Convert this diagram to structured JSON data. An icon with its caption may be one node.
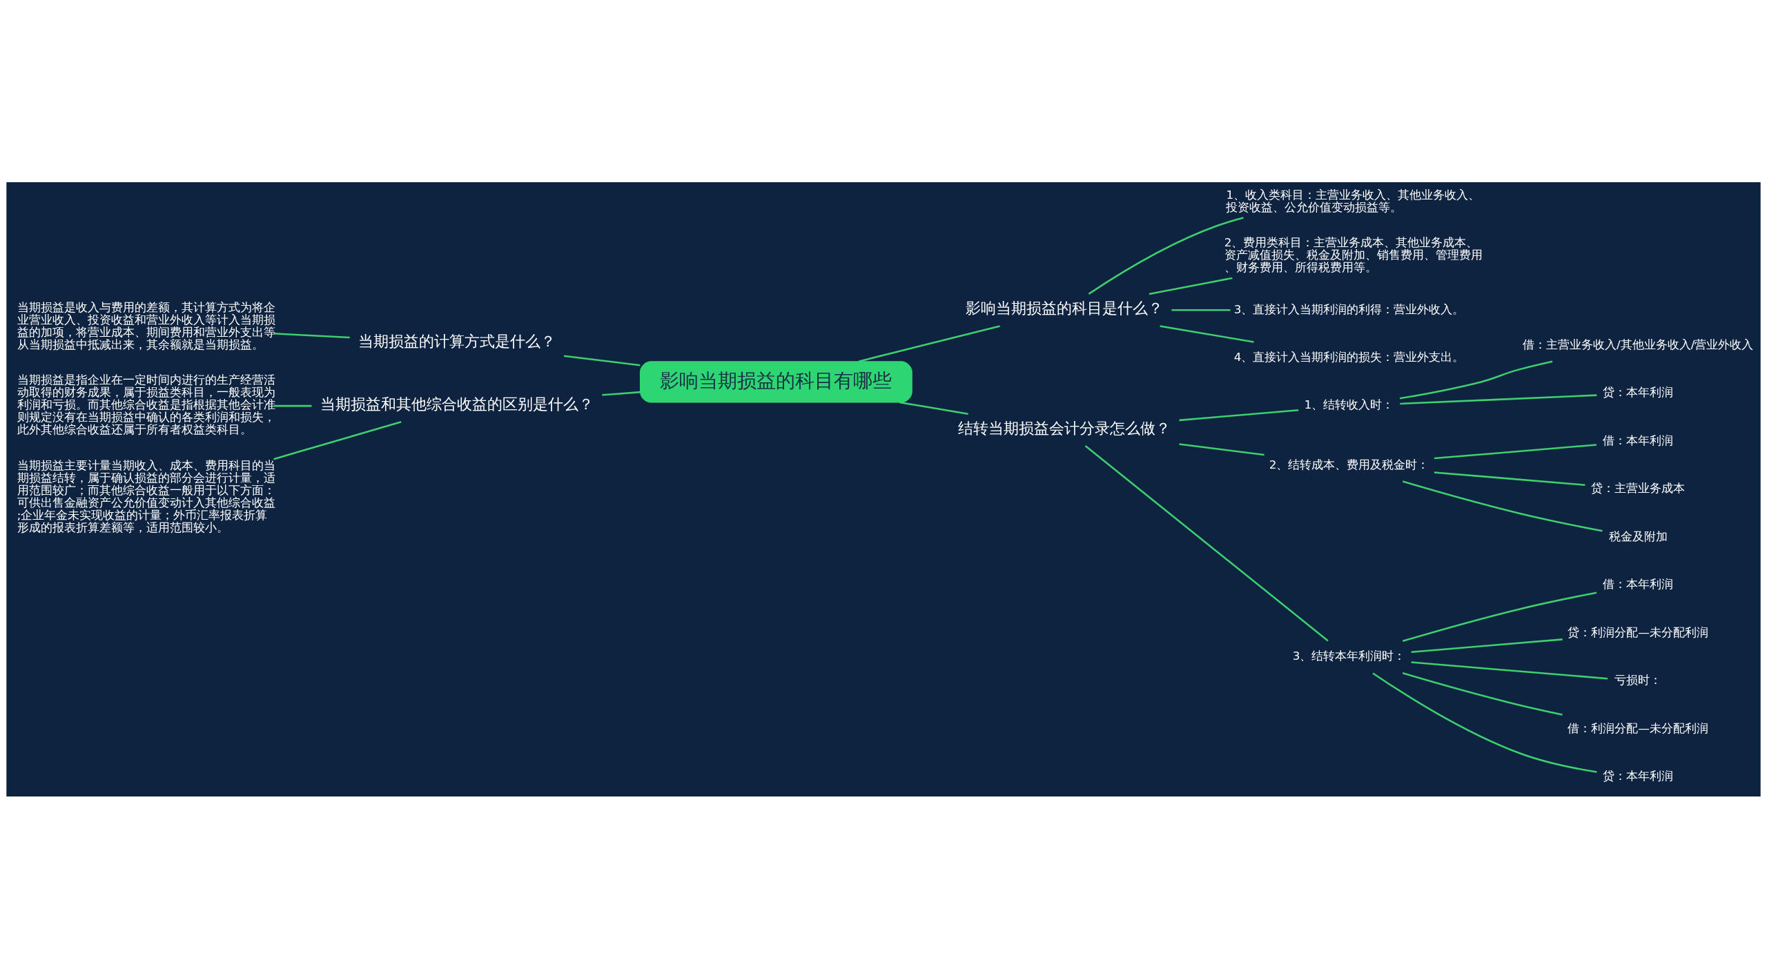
{
  "diagram": {
    "nodes": [
      {
        "text": [
          "影响当期损益的科目有哪些"
        ]
      },
      {
        "text": [
          "当期损益的计算方式是什么？"
        ]
      },
      {
        "text": [
          "当期损益是收入与费用的差额，其计算方式为将企业营业收入、投资收益和营业外收入等计入当期损益的加项，将营业成本、期间费用和营业外支出等从当期损益中抵减出来，其余额就是当期损益。"
        ]
      },
      {
        "text": [
          "当期损益和其他综合收益的区别是什么？"
        ]
      },
      {
        "text": [
          "当期损益是指企业在一定时间内进行的生产经营活动取得的财务成果，属于损益类科目，一般表现为利润和亏损。而其他综合收益是指根据其他会计准则规定没有在当期损益中确认的各类利润和损失，此外其他综合收益还属于所有者权益类科目。"
        ]
      },
      {
        "text": [
          "当期损益主要计量当期收入、成本、费用科目的当期损益结转，属于确认损益的部分会进行计量，适用范围较广；而其他综合收益一般用于以下方面：可供出售金融资产公允价值变动计入其他综合收益;企业年金未实现收益的计量；外币汇率报表折算形成的报表折算差额等，适用范围较小。"
        ]
      },
      {
        "text": [
          "影响当期损益的科目是什么？"
        ]
      },
      {
        "text": [
          "1、收入类科目：主营业务收入、其他业务收入、投资收益、公允价值变动损益等。"
        ]
      },
      {
        "text": [
          "2、费用类科目：主营业务成本、其他业务成本、资产减值损失、税金及附加、销售费用、管理费用、财务费用、所得税费用等。"
        ]
      },
      {
        "text": [
          "3、直接计入当期利润的利得：营业外收入。"
        ]
      },
      {
        "text": [
          "4、直接计入当期利润的损失：营业外支出。"
        ]
      },
      {
        "text": [
          "结转当期损益会计分录怎么做？"
        ]
      },
      {
        "text": [
          "1、结转收入时："
        ]
      },
      {
        "text": [
          "借：主营业务收入/其他业务收入/营业外收入"
        ]
      },
      {
        "text": [
          "贷：本年利润"
        ]
      },
      {
        "text": [
          "2、结转成本、费用及税金时："
        ]
      },
      {
        "text": [
          "借：本年利润"
        ]
      },
      {
        "text": [
          "贷：主营业务成本"
        ]
      },
      {
        "text": [
          "税金及附加"
        ]
      },
      {
        "text": [
          "3、结转本年利润时："
        ]
      },
      {
        "text": [
          "借：本年利润"
        ]
      },
      {
        "text": [
          "贷：利润分配—未分配利润"
        ]
      },
      {
        "text": [
          "亏损时："
        ]
      },
      {
        "text": [
          "借：利润分配—未分配利润"
        ]
      },
      {
        "text": [
          "贷：本年利润"
        ]
      }
    ],
    "edges": [
      {
        "from": 2,
        "to": 1,
        "arrow": "none"
      },
      {
        "from": 1,
        "to": 0,
        "arrow": "none"
      },
      {
        "from": 4,
        "to": 3,
        "arrow": "none"
      },
      {
        "from": 5,
        "to": 3,
        "arrow": "none"
      },
      {
        "from": 3,
        "to": 0,
        "arrow": "none"
      },
      {
        "from": 0,
        "to": 6,
        "arrow": "none"
      },
      {
        "from": 6,
        "to": 7,
        "arrow": "none"
      },
      {
        "from": 6,
        "to": 8,
        "arrow": "none"
      },
      {
        "from": 6,
        "to": 9,
        "arrow": "none"
      },
      {
        "from": 6,
        "to": 10,
        "arrow": "none"
      },
      {
        "from": 0,
        "to": 11,
        "arrow": "none"
      },
      {
        "from": 11,
        "to": 12,
        "arrow": "none"
      },
      {
        "from": 12,
        "to": 13,
        "arrow": "none"
      },
      {
        "from": 12,
        "to": 14,
        "arrow": "none"
      },
      {
        "from": 11,
        "to": 15,
        "arrow": "none"
      },
      {
        "from": 15,
        "to": 16,
        "arrow": "none"
      },
      {
        "from": 15,
        "to": 17,
        "arrow": "none"
      },
      {
        "from": 15,
        "to": 18,
        "arrow": "none"
      },
      {
        "from": 11,
        "to": 19,
        "arrow": "none"
      },
      {
        "from": 19,
        "to": 20,
        "arrow": "none"
      },
      {
        "from": 19,
        "to": 21,
        "arrow": "none"
      },
      {
        "from": 19,
        "to": 22,
        "arrow": "none"
      },
      {
        "from": 19,
        "to": 23,
        "arrow": "none"
      },
      {
        "from": 19,
        "to": 24,
        "arrow": "none"
      }
    ]
  }
}
